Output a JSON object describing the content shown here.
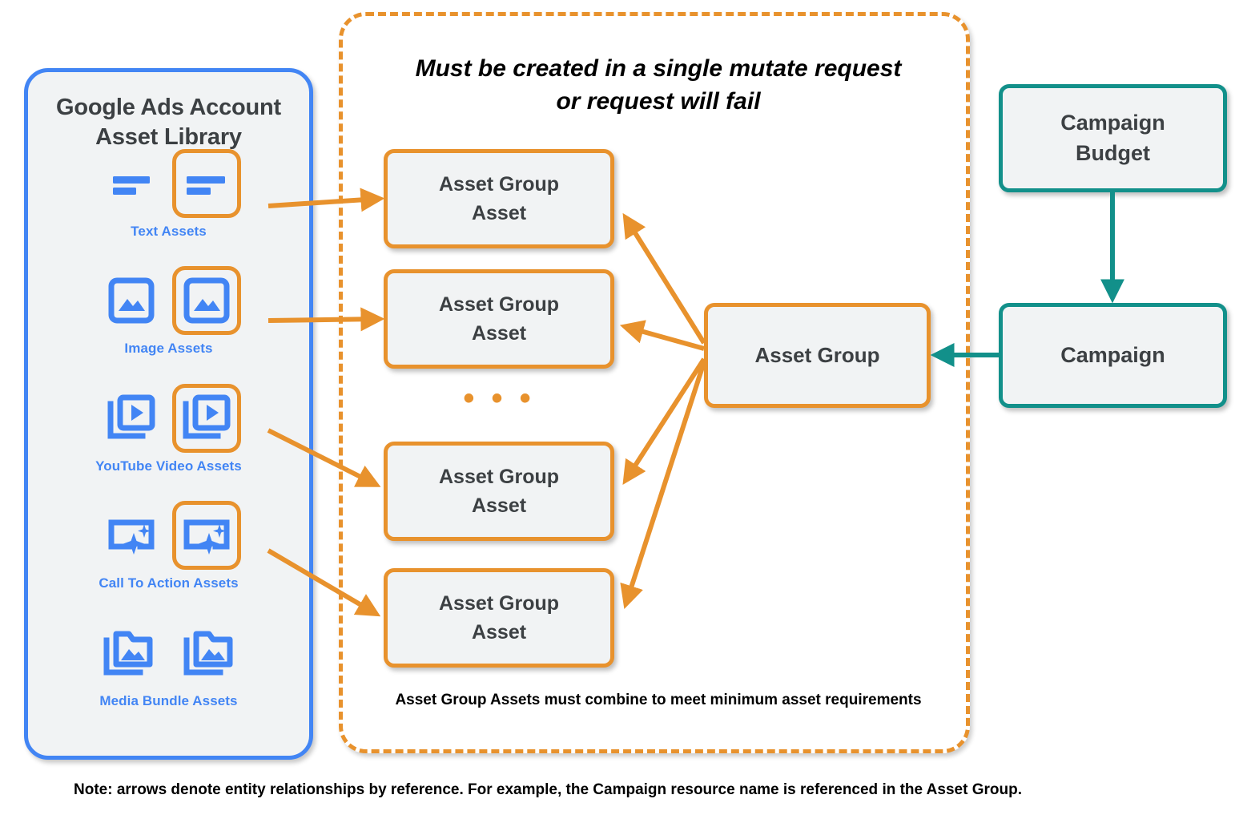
{
  "library": {
    "title": "Google Ads Account\nAsset Library",
    "title_line1": "Google Ads Account",
    "title_line2": "Asset Library",
    "border_color": "#4285f4",
    "fill_color": "#f1f3f4",
    "rows": [
      {
        "caption": "Text Assets",
        "icon": "text-lines-icon"
      },
      {
        "caption": "Image Assets",
        "icon": "image-picture-icon"
      },
      {
        "caption": "YouTube Video  Assets",
        "icon": "video-play-stack-icon"
      },
      {
        "caption": "Call To Action Assets",
        "icon": "cta-sparkle-icon"
      },
      {
        "caption": "Media Bundle  Assets",
        "icon": "folder-image-stack-icon"
      }
    ]
  },
  "mutate_group": {
    "title_line1": "Must be created in a single mutate request",
    "title_line2": "or request will fail",
    "footnote": "Asset Group Assets must combine to meet minimum asset requirements",
    "border_color": "#e8922d",
    "asset_group_assets": [
      {
        "label_line1": "Asset Group",
        "label_line2": "Asset"
      },
      {
        "label_line1": "Asset Group",
        "label_line2": "Asset"
      },
      {
        "label_line1": "Asset Group",
        "label_line2": "Asset"
      },
      {
        "label_line1": "Asset Group",
        "label_line2": "Asset"
      }
    ],
    "ellipsis": "• • •"
  },
  "nodes": {
    "asset_group": {
      "label": "Asset Group",
      "border_color": "#e8922d"
    },
    "campaign_budget": {
      "label_line1": "Campaign",
      "label_line2": "Budget",
      "border_color": "#12908a"
    },
    "campaign": {
      "label": "Campaign",
      "border_color": "#12908a"
    }
  },
  "note": "Note: arrows denote entity relationships by reference. For example, the Campaign resource name is referenced in the Asset Group.",
  "colors": {
    "orange": "#e8922d",
    "blue": "#4285f4",
    "teal": "#12908a",
    "box_fill": "#f1f3f4",
    "text_dark": "#3c4043",
    "text_black": "#000000"
  }
}
